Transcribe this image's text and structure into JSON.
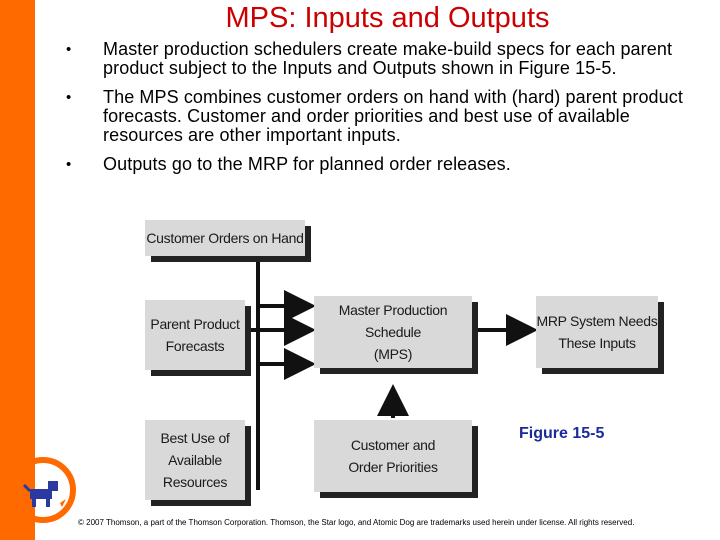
{
  "title": "MPS: Inputs and Outputs",
  "bullets": [
    "Master production schedulers create make-build specs for each parent product subject to the Inputs and Outputs shown in Figure 15-5.",
    "The MPS combines customer orders on hand with (hard) parent product forecasts. Customer and order priorities and best use of available resources are other important inputs.",
    "Outputs go to the MRP for planned order releases."
  ],
  "diagram": {
    "customer_orders": "Customer Orders on Hand",
    "parent_forecasts_line1": "Parent Product",
    "parent_forecasts_line2": "Forecasts",
    "resources_line1": "Best Use of",
    "resources_line2": "Available",
    "resources_line3": "Resources",
    "mps_line1": "Master Production Schedule",
    "mps_line2": "(MPS)",
    "mrp_line1": "MRP System Needs",
    "mrp_line2": "These Inputs",
    "priorities_line1": "Customer and",
    "priorities_line2": "Order Priorities"
  },
  "figure_label": "Figure 15-5",
  "copyright": "© 2007 Thomson, a part of the Thomson Corporation. Thomson, the Star logo, and Atomic Dog are trademarks used herein under license. All rights reserved.",
  "colors": {
    "accent_bar": "#ff6a00",
    "title": "#cc0000",
    "figure_label": "#1a2a9a",
    "box_fill": "#d9d9d9"
  }
}
